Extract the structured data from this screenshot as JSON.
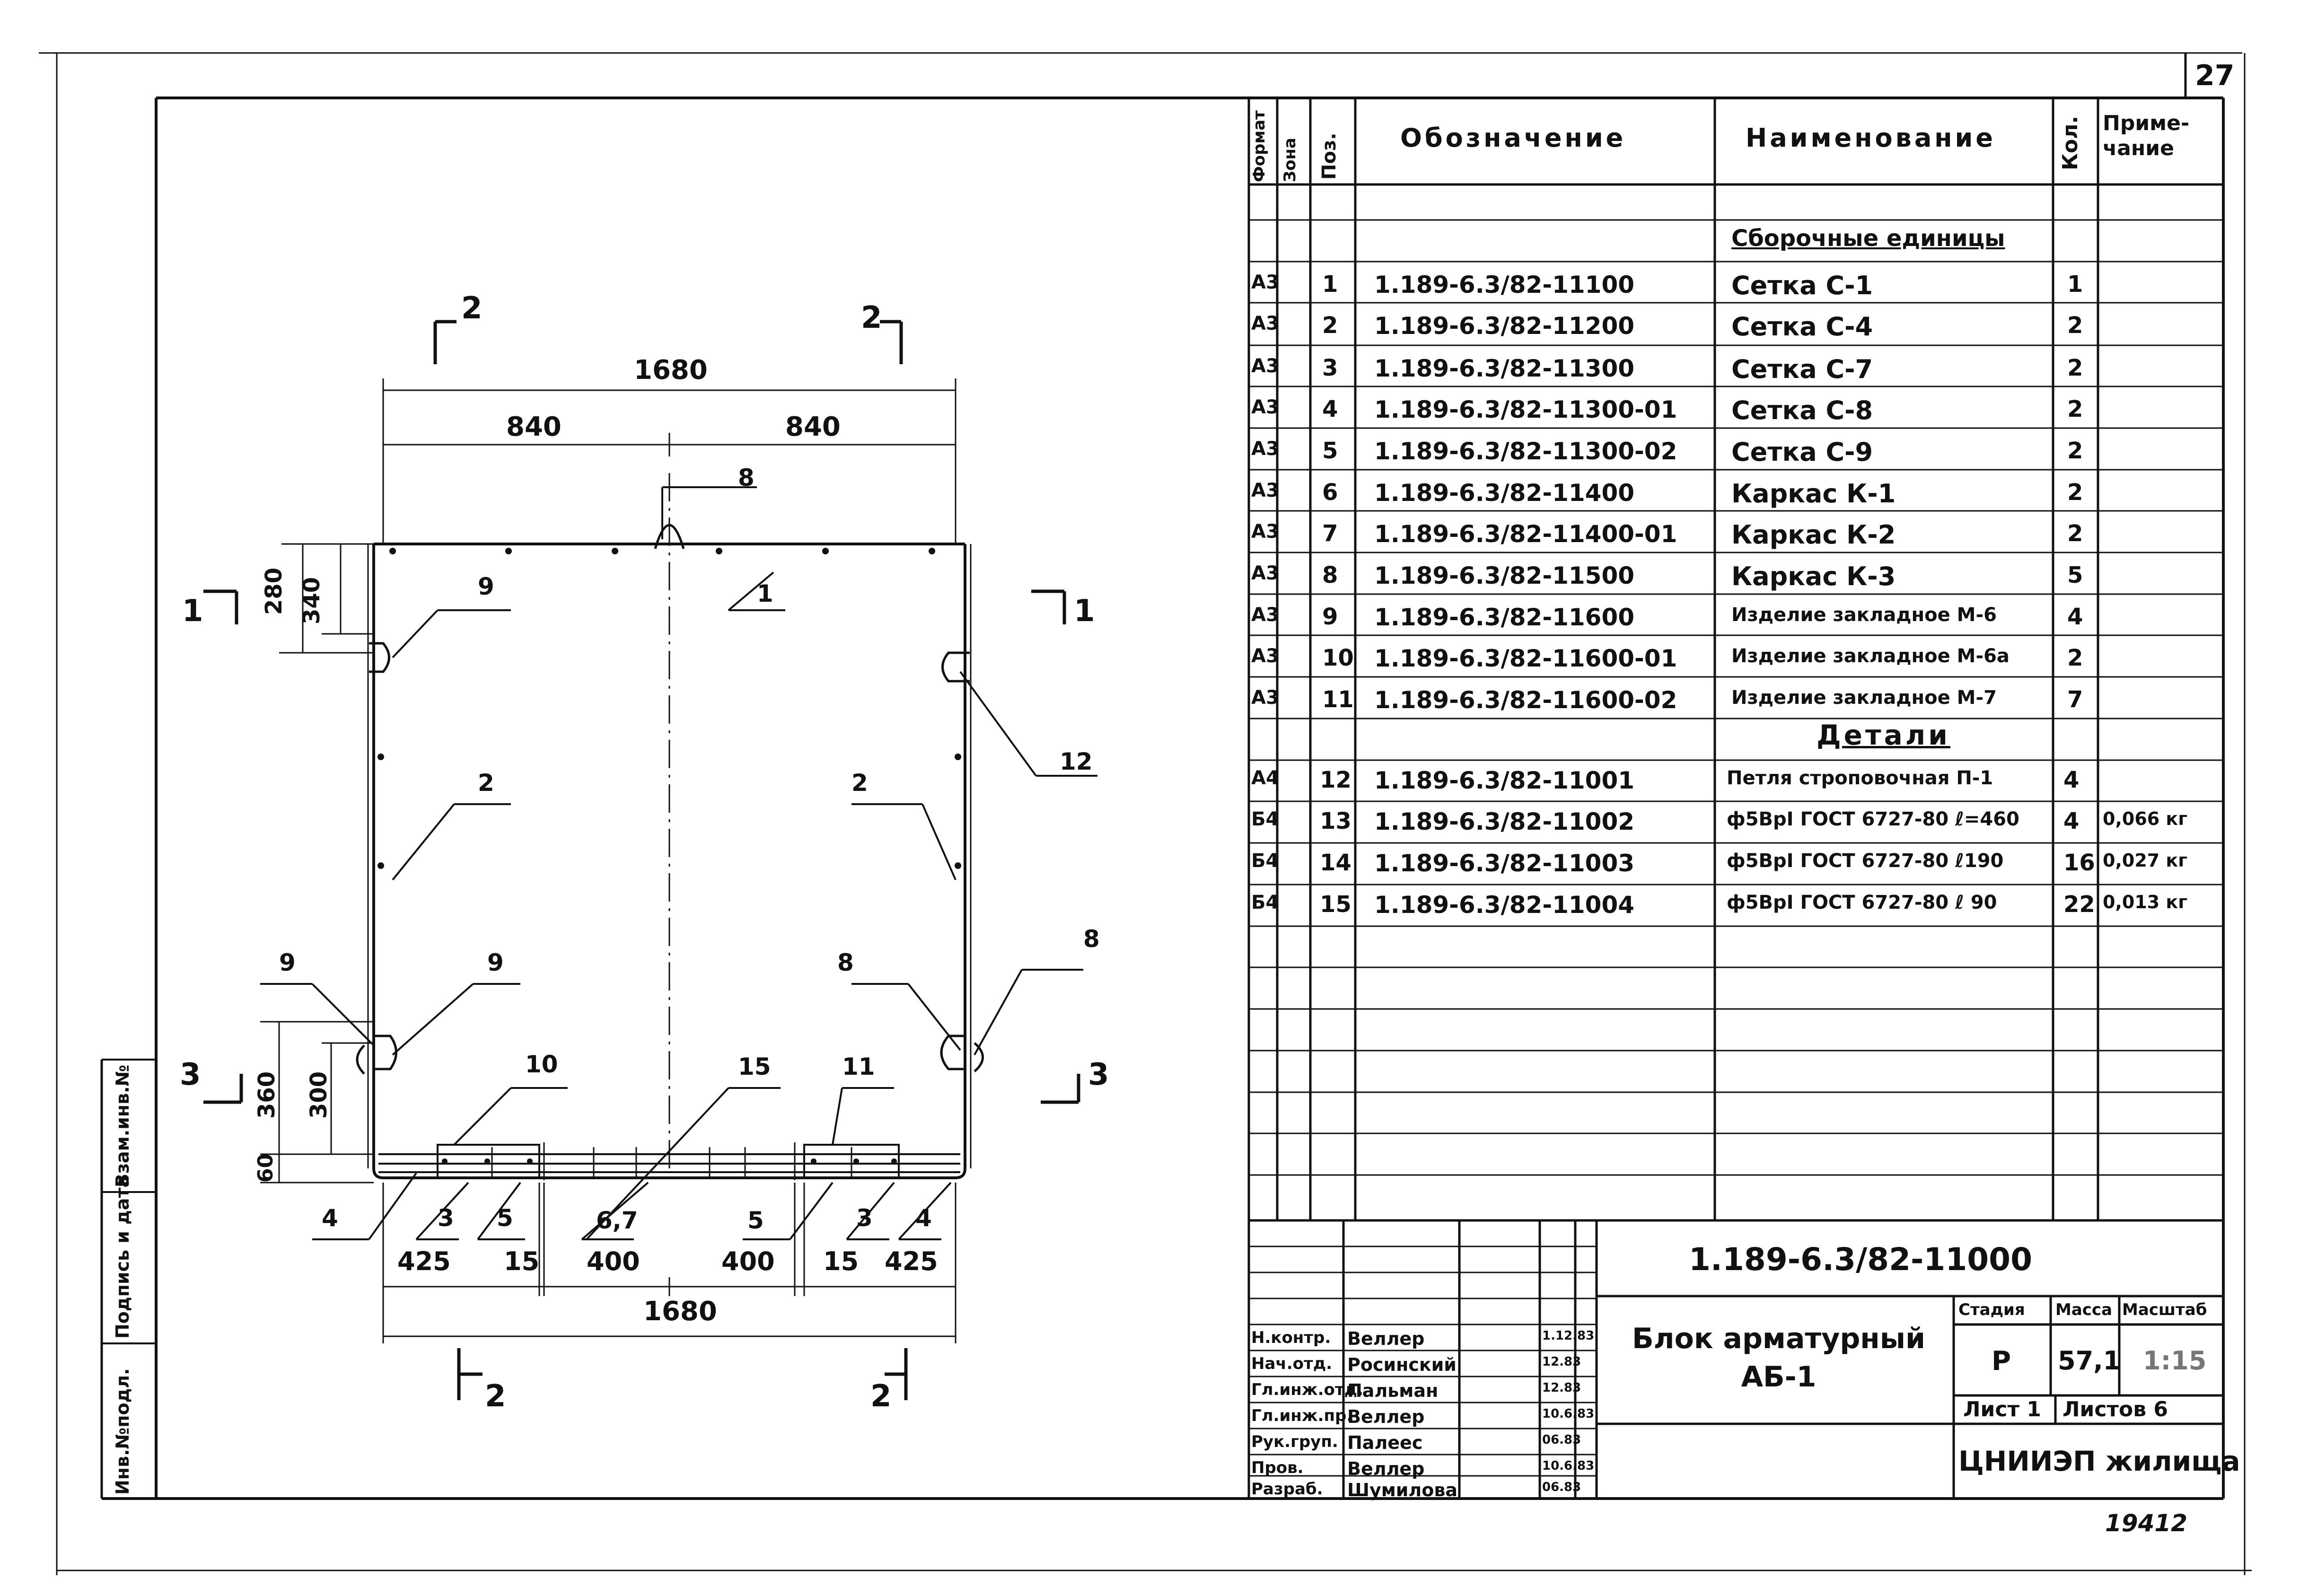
{
  "sheet_number": "27",
  "stamp_number": "19412",
  "margin_labels": [
    "Инв.№подл.",
    "Подпись и дата",
    "Взам.инв.№"
  ],
  "spec": {
    "headers": {
      "format": "Формат",
      "zone": "Зона",
      "pos": "Поз.",
      "designation": "Обозначение",
      "name": "Наименование",
      "qty": "Кол.",
      "note": "Приме-чание"
    },
    "section_assemblies": "Сборочные единицы",
    "section_details": "Детали",
    "rows": [
      {
        "format": "А3",
        "pos": "1",
        "designation": "1.189-6.3/82-11100",
        "name": "Сетка С-1",
        "qty": "1",
        "note": ""
      },
      {
        "format": "А3",
        "pos": "2",
        "designation": "1.189-6.3/82-11200",
        "name": "Сетка С-4",
        "qty": "2",
        "note": ""
      },
      {
        "format": "А3",
        "pos": "3",
        "designation": "1.189-6.3/82-11300",
        "name": "Сетка С-7",
        "qty": "2",
        "note": ""
      },
      {
        "format": "А3",
        "pos": "4",
        "designation": "1.189-6.3/82-11300-01",
        "name": "Сетка С-8",
        "qty": "2",
        "note": ""
      },
      {
        "format": "А3",
        "pos": "5",
        "designation": "1.189-6.3/82-11300-02",
        "name": "Сетка С-9",
        "qty": "2",
        "note": ""
      },
      {
        "format": "А3",
        "pos": "6",
        "designation": "1.189-6.3/82-11400",
        "name": "Каркас К-1",
        "qty": "2",
        "note": ""
      },
      {
        "format": "А3",
        "pos": "7",
        "designation": "1.189-6.3/82-11400-01",
        "name": "Каркас К-2",
        "qty": "2",
        "note": ""
      },
      {
        "format": "А3",
        "pos": "8",
        "designation": "1.189-6.3/82-11500",
        "name": "Каркас К-3",
        "qty": "5",
        "note": ""
      },
      {
        "format": "А3",
        "pos": "9",
        "designation": "1.189-6.3/82-11600",
        "name": "Изделие закладное М-6",
        "qty": "4",
        "note": ""
      },
      {
        "format": "А3",
        "pos": "10",
        "designation": "1.189-6.3/82-11600-01",
        "name": "Изделие закладное М-6а",
        "qty": "2",
        "note": ""
      },
      {
        "format": "А3",
        "pos": "11",
        "designation": "1.189-6.3/82-11600-02",
        "name": "Изделие закладное М-7",
        "qty": "7",
        "note": ""
      }
    ],
    "detail_rows": [
      {
        "format": "А4",
        "pos": "12",
        "designation": "1.189-6.3/82-11001",
        "name": "Петля строповочная П-1",
        "qty": "4",
        "note": ""
      },
      {
        "format": "Б4",
        "pos": "13",
        "designation": "1.189-6.3/82-11002",
        "name": "ф5ВрI ГОСТ 6727-80 ℓ=460",
        "qty": "4",
        "note": "0,066 кг"
      },
      {
        "format": "Б4",
        "pos": "14",
        "designation": "1.189-6.3/82-11003",
        "name": "ф5ВрI ГОСТ 6727-80 ℓ190",
        "qty": "16",
        "note": "0,027 кг"
      },
      {
        "format": "Б4",
        "pos": "15",
        "designation": "1.189-6.3/82-11004",
        "name": "ф5ВрI ГОСТ 6727-80 ℓ 90",
        "qty": "22",
        "note": "0,013 кг"
      }
    ]
  },
  "title_block": {
    "doc_code": "1.189-6.3/82-11000",
    "title": "Блок арматурный АБ-1",
    "stage_label": "Стадия",
    "mass_label": "Масса",
    "scale_label": "Масштаб",
    "stage": "Р",
    "mass": "57,1",
    "scale": "1:15",
    "sheet_label": "Лист 1",
    "sheets_label": "Листов 6",
    "org": "ЦНИИЭП жилища",
    "people": [
      {
        "role": "Н.контр.",
        "name": "Веллер",
        "date": "1.12.83"
      },
      {
        "role": "Нач.отд.",
        "name": "Росинский",
        "date": "12.83"
      },
      {
        "role": "Гл.инж.отд.",
        "name": "Пальман",
        "date": "12.83"
      },
      {
        "role": "Гл.инж.пр.",
        "name": "Веллер",
        "date": "10.6.83"
      },
      {
        "role": "Рук.груп.",
        "name": "Палеес",
        "date": "06.83"
      },
      {
        "role": "Пров.",
        "name": "Веллер",
        "date": "10.6.83"
      },
      {
        "role": "Разраб.",
        "name": "Шумилова",
        "date": "06.83"
      }
    ]
  },
  "drawing": {
    "dims": {
      "top_total": "1680",
      "top_left": "840",
      "top_right": "840",
      "bottom_total": "1680",
      "bottom_parts": [
        "425",
        "15",
        "400",
        "400",
        "15",
        "425"
      ],
      "left_280": "280",
      "left_340": "340",
      "left_360": "360",
      "left_300": "300",
      "left_60": "60"
    },
    "section_marks": [
      "1",
      "1",
      "2",
      "2",
      "2",
      "2",
      "3",
      "3"
    ],
    "callouts": [
      "8",
      "9",
      "1",
      "12",
      "2",
      "2",
      "8",
      "9",
      "9",
      "8",
      "10",
      "15",
      "11",
      "4",
      "3",
      "5",
      "6,7",
      "5",
      "3",
      "4"
    ]
  }
}
